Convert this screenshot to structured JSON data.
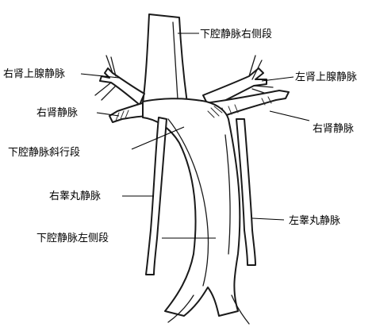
{
  "labels": {
    "ivc_right_segment": "下腔静脉右侧段",
    "right_suprarenal_vein": "右肾上腺静脉",
    "left_suprarenal_vein": "左肾上腺静脉",
    "right_renal_vein": "右肾静脉",
    "left_renal_vein": "右肾静脉",
    "ivc_oblique_segment": "下腔静脉斜行段",
    "right_testicular_vein": "右睾丸静脉",
    "left_testicular_vein": "左睾丸静脉",
    "ivc_left_segment": "下腔静脉左侧段"
  }
}
